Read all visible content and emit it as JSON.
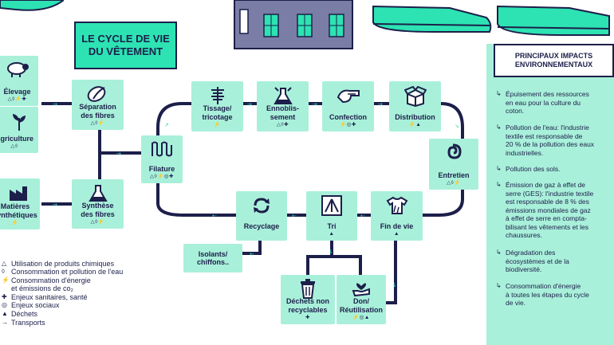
{
  "title": "LE CYCLE DE VIE\nDU VÊTEMENT",
  "nodes": {
    "elevage": {
      "label": "Élevage",
      "symbols": "△◊⚡✚"
    },
    "agriculture": {
      "label": "Agriculture",
      "symbols": "△◊"
    },
    "matieres": {
      "label": "Matières\nsynthétiques",
      "symbols": "⚡"
    },
    "separation": {
      "label": "Séparation\ndes fibres",
      "symbols": "△◊⚡"
    },
    "synthese": {
      "label": "Synthèse\ndes fibres",
      "symbols": "△◊⚡"
    },
    "filature": {
      "label": "Filature",
      "symbols": "△◊⚡◎✚"
    },
    "tissage": {
      "label": "Tissage/\ntricotage",
      "symbols": "⚡"
    },
    "ennoblissement": {
      "label": "Ennoblis-\nsement",
      "symbols": "△◊✚"
    },
    "confection": {
      "label": "Confection",
      "symbols": "⚡◎✚"
    },
    "distribution": {
      "label": "Distribution",
      "symbols": "⚡▲"
    },
    "entretien": {
      "label": "Entretien",
      "symbols": "△◊⚡"
    },
    "fin_de_vie": {
      "label": "Fin de vie",
      "symbols": "▲"
    },
    "tri": {
      "label": "Tri",
      "symbols": "▲"
    },
    "recyclage": {
      "label": "Recyclage",
      "symbols": ""
    },
    "isolants": {
      "label": "Isolants/\nchiffons..",
      "symbols": ""
    },
    "dechets": {
      "label": "Déchets non\nrecyclables",
      "symbols": "✚"
    },
    "don": {
      "label": "Don/\nRéutilisation",
      "symbols": "⚡◎▲"
    }
  },
  "panel": {
    "title": "PRINCIPAUX IMPACTS\nENVIRONNEMENTAUX",
    "items": [
      "Épuisement des ressources\nen eau pour la culture du\ncoton.",
      "Pollution de l'eau: l'industrie\ntextile est responsable de\n20 % de la pollution des eaux\nindustrielles.",
      "Pollution des sols.",
      "Émission de gaz à effet de\nserre (GES): l'industrie textile\nest responsable de 8 % des\némissions mondiales de gaz\nà effet de serre en compta-\nbilisant les vêtements et les\nchaussures.",
      "Dégradation des\nécosystèmes et de la\nbiodiversité.",
      "Consommation d'énergie\nà toutes les étapes du cycle\nde vie."
    ]
  },
  "legend": [
    {
      "symbol": "△",
      "text": "Utilisation de produits chimiques"
    },
    {
      "symbol": "◊",
      "text": "Consommation et pollution de l'eau"
    },
    {
      "symbol": "⚡",
      "text": "Consommation d'énergie\net émissions de co₂"
    },
    {
      "symbol": "✚",
      "text": "Enjeux sanitaires, santé"
    },
    {
      "symbol": "◎",
      "text": "Enjeux sociaux"
    },
    {
      "symbol": "▲",
      "text": "Déchets"
    },
    {
      "symbol": "→",
      "text": "Transports"
    }
  ],
  "colors": {
    "navy": "#1c1f4a",
    "mint": "#a9f0da",
    "green": "#2de3b3"
  }
}
